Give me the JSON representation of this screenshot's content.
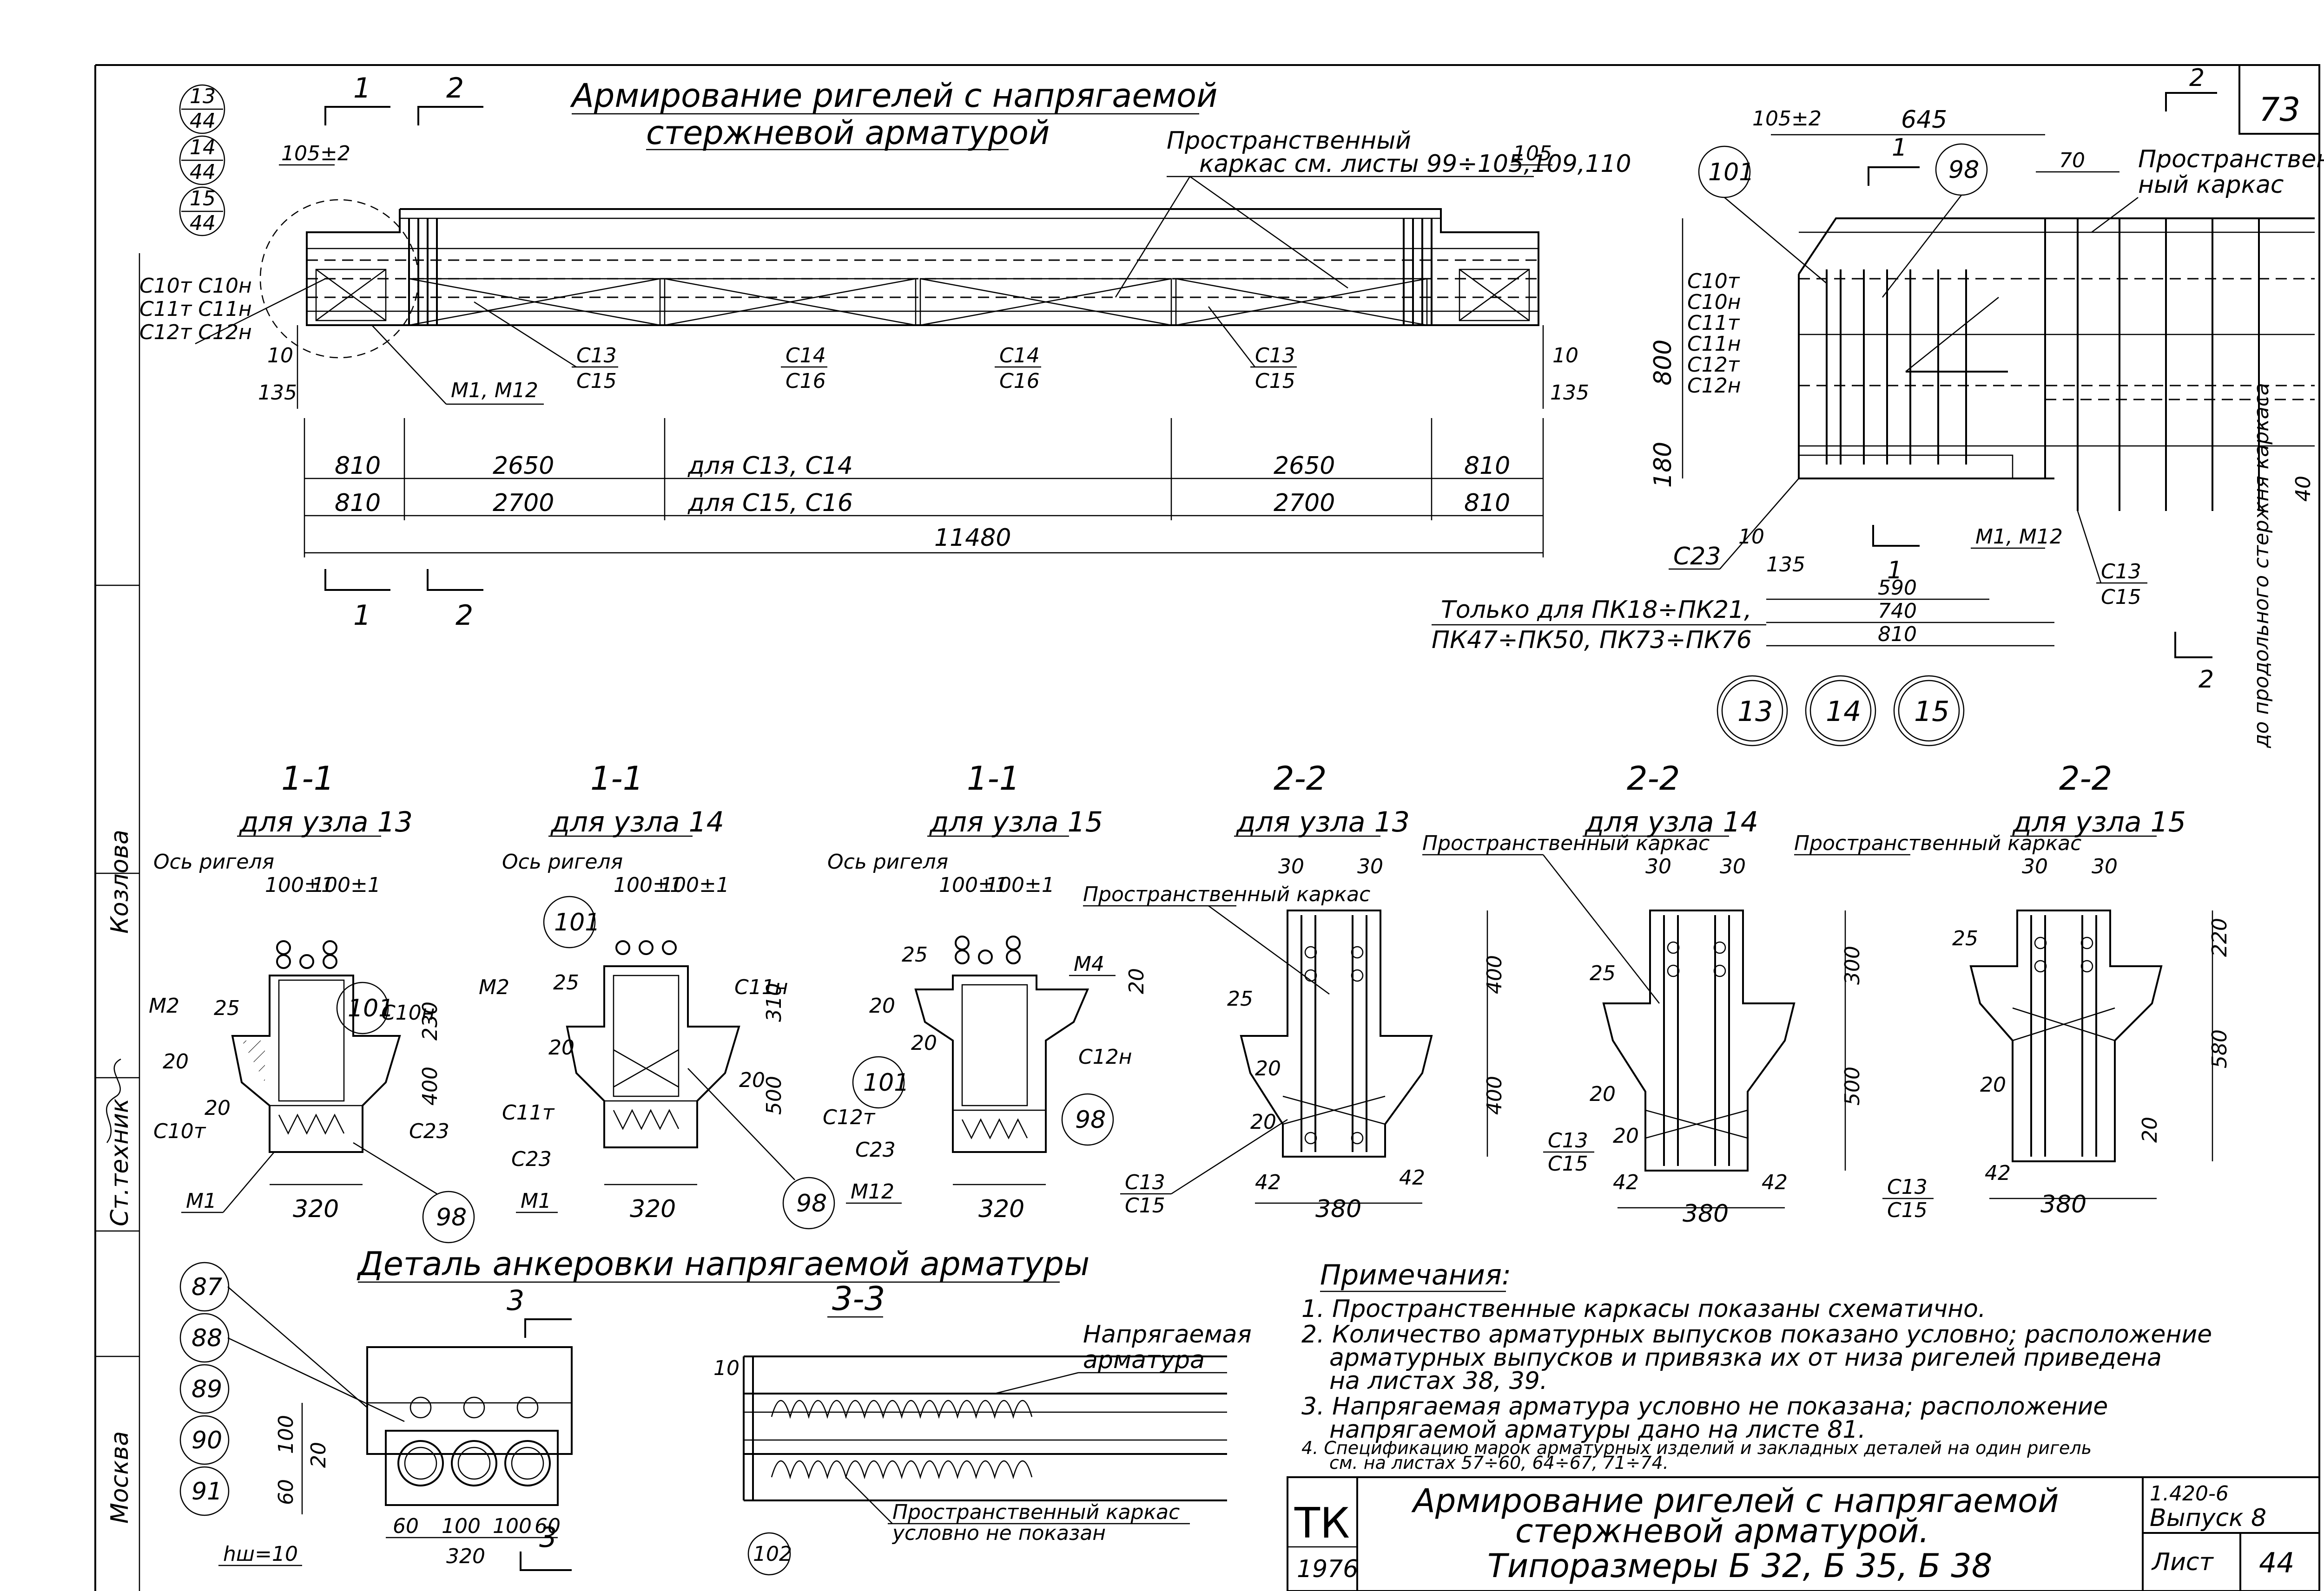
{
  "sheet": {
    "number": "73",
    "designation": "1.420-6",
    "issue": "Выпуск 8",
    "sheet_label": "Лист",
    "sheet_no": "44",
    "org_abbr": "ТК",
    "year": "1976",
    "title_line1": "Армирование ригелей с напрягаемой",
    "title_line2": "стержневой арматурой.",
    "title_line3": "Типоразмеры Б 32, Б 35, Б 38"
  },
  "side_stamp": {
    "role": "Ст.техник",
    "name": "Козлова",
    "city": "Москва"
  },
  "main_view": {
    "title_line1": "Армирование ригелей с напрягаемой",
    "title_line2": "стержневой арматурой",
    "section_1": "1",
    "section_2": "2",
    "callouts": [
      {
        "top": "13",
        "bottom": "44"
      },
      {
        "top": "14",
        "bottom": "44"
      },
      {
        "top": "15",
        "bottom": "44"
      }
    ],
    "cage_note_line1": "Пространственный",
    "cage_note_line2": "каркас см. листы 99÷105,109,110",
    "left_marks": [
      "С10т С10н",
      "С11т С11н",
      "С12т С12н"
    ],
    "mark_m1m12": "М1, М12",
    "bay_marks": [
      {
        "top": "С13",
        "bottom": "С15"
      },
      {
        "top": "С14",
        "bottom": "С16"
      },
      {
        "top": "С14",
        "bottom": "С16"
      },
      {
        "top": "С13",
        "bottom": "С15"
      }
    ],
    "dim_105_2": "105±2",
    "dim_105": "105",
    "dim_10_left": "10",
    "dim_135_left": "135",
    "dim_10_right": "10",
    "dim_135_right": "135",
    "row1": [
      "810",
      "2650",
      "для С13, С14",
      "2650",
      "810"
    ],
    "row2": [
      "810",
      "2700",
      "для С15, С16",
      "2700",
      "810"
    ],
    "overall": "11480"
  },
  "detail_view": {
    "dim_105_2": "105±2",
    "dim_645": "645",
    "dim_70": "70",
    "callout_101": "101",
    "callout_98": "98",
    "section_1": "1",
    "section_2": "2",
    "cage_label_line1": "Пространствен-",
    "cage_label_line2": "ный каркас",
    "marks": [
      "С10т",
      "С10н",
      "С11т",
      "С11н",
      "С12т",
      "С12н"
    ],
    "dim_800": "800",
    "dim_180": "180",
    "dim_40": "40",
    "mark_c23": "С23",
    "dim_10": "10",
    "dim_135": "135",
    "mark_m1m12": "М1, М12",
    "mark_c13": "С13",
    "mark_c15": "С15",
    "dim_590": "590",
    "dim_740": "740",
    "dim_810": "810",
    "only_line1": "Только для ПК18÷ПК21,",
    "only_line2": "ПК47÷ПК50, ПК73÷ПК76",
    "node_refs": [
      "13",
      "14",
      "15"
    ],
    "side_note": "до продольного стержня каркаса"
  },
  "sections": [
    {
      "id": "1-1",
      "node": "для узла 13",
      "axis": "Ось ригеля",
      "d1": "100±1",
      "d2": "100±1",
      "marks": [
        "М2",
        "25",
        "20",
        "20",
        "С10т",
        "С10н",
        "С23",
        "М1"
      ],
      "callouts": [
        "101",
        "98"
      ],
      "dims": [
        "230",
        "400",
        "320"
      ]
    },
    {
      "id": "1-1",
      "node": "для узла 14",
      "axis": "Ось ригеля",
      "d1": "100±1",
      "d2": "100±1",
      "marks": [
        "М2",
        "25",
        "20",
        "20",
        "С11т",
        "С11н",
        "С23",
        "М1"
      ],
      "callouts": [
        "101",
        "98"
      ],
      "dims": [
        "310",
        "500",
        "320"
      ]
    },
    {
      "id": "1-1",
      "node": "для узла 15",
      "axis": "Ось ригеля",
      "d1": "100±1",
      "d2": "100±1",
      "marks": [
        "25",
        "20",
        "20",
        "М4",
        "С12т",
        "С12н",
        "С23",
        "М12"
      ],
      "callouts": [
        "101",
        "98"
      ],
      "dims": [
        "20",
        "320"
      ]
    },
    {
      "id": "2-2",
      "node": "для узла 13",
      "cage": "Пространственный каркас",
      "dims": [
        "30",
        "30",
        "400",
        "400",
        "25",
        "20",
        "20",
        "42",
        "42",
        "380"
      ],
      "marks": [
        "С13",
        "С15"
      ]
    },
    {
      "id": "2-2",
      "node": "для узла 14",
      "cage": "Пространственный каркас",
      "dims": [
        "30",
        "30",
        "300",
        "500",
        "25",
        "20",
        "20",
        "42",
        "42",
        "380"
      ],
      "marks": [
        "С13",
        "С15"
      ]
    },
    {
      "id": "2-2",
      "node": "для узла 15",
      "cage": "Пространственный каркас",
      "dims": [
        "30",
        "30",
        "220",
        "580",
        "25",
        "20",
        "20",
        "42",
        "380"
      ],
      "marks": [
        "С13",
        "С15"
      ]
    }
  ],
  "anchorage": {
    "title": "Деталь анкеровки напрягаемой арматуры",
    "callouts": [
      "87",
      "88",
      "89",
      "90",
      "91"
    ],
    "view3": "3",
    "view33": "3-3",
    "dims": [
      "100",
      "60",
      "20",
      "60",
      "100",
      "100",
      "60",
      "320"
    ],
    "hw": "hш=10",
    "stressed_line1": "Напрягаемая",
    "stressed_line2": "арматура",
    "dim_10": "10",
    "cage_line1": "Пространственный каркас",
    "cage_line2": "условно не показан",
    "callout_102": "102"
  },
  "notes": {
    "header": "Примечания:",
    "items": [
      "1. Пространственные каркасы показаны схематично.",
      "2. Количество арматурных выпусков показано условно; расположение",
      "арматурных выпусков и привязка их от низа ригелей приведена",
      "на листах 38, 39.",
      "3. Напрягаемая арматура условно не показана; расположение",
      "напрягаемой арматуры дано на листе 81.",
      "4. Спецификацию марок арматурных изделий и закладных деталей на один ригель",
      "см. на листах 57÷60, 64÷67, 71÷74."
    ]
  }
}
